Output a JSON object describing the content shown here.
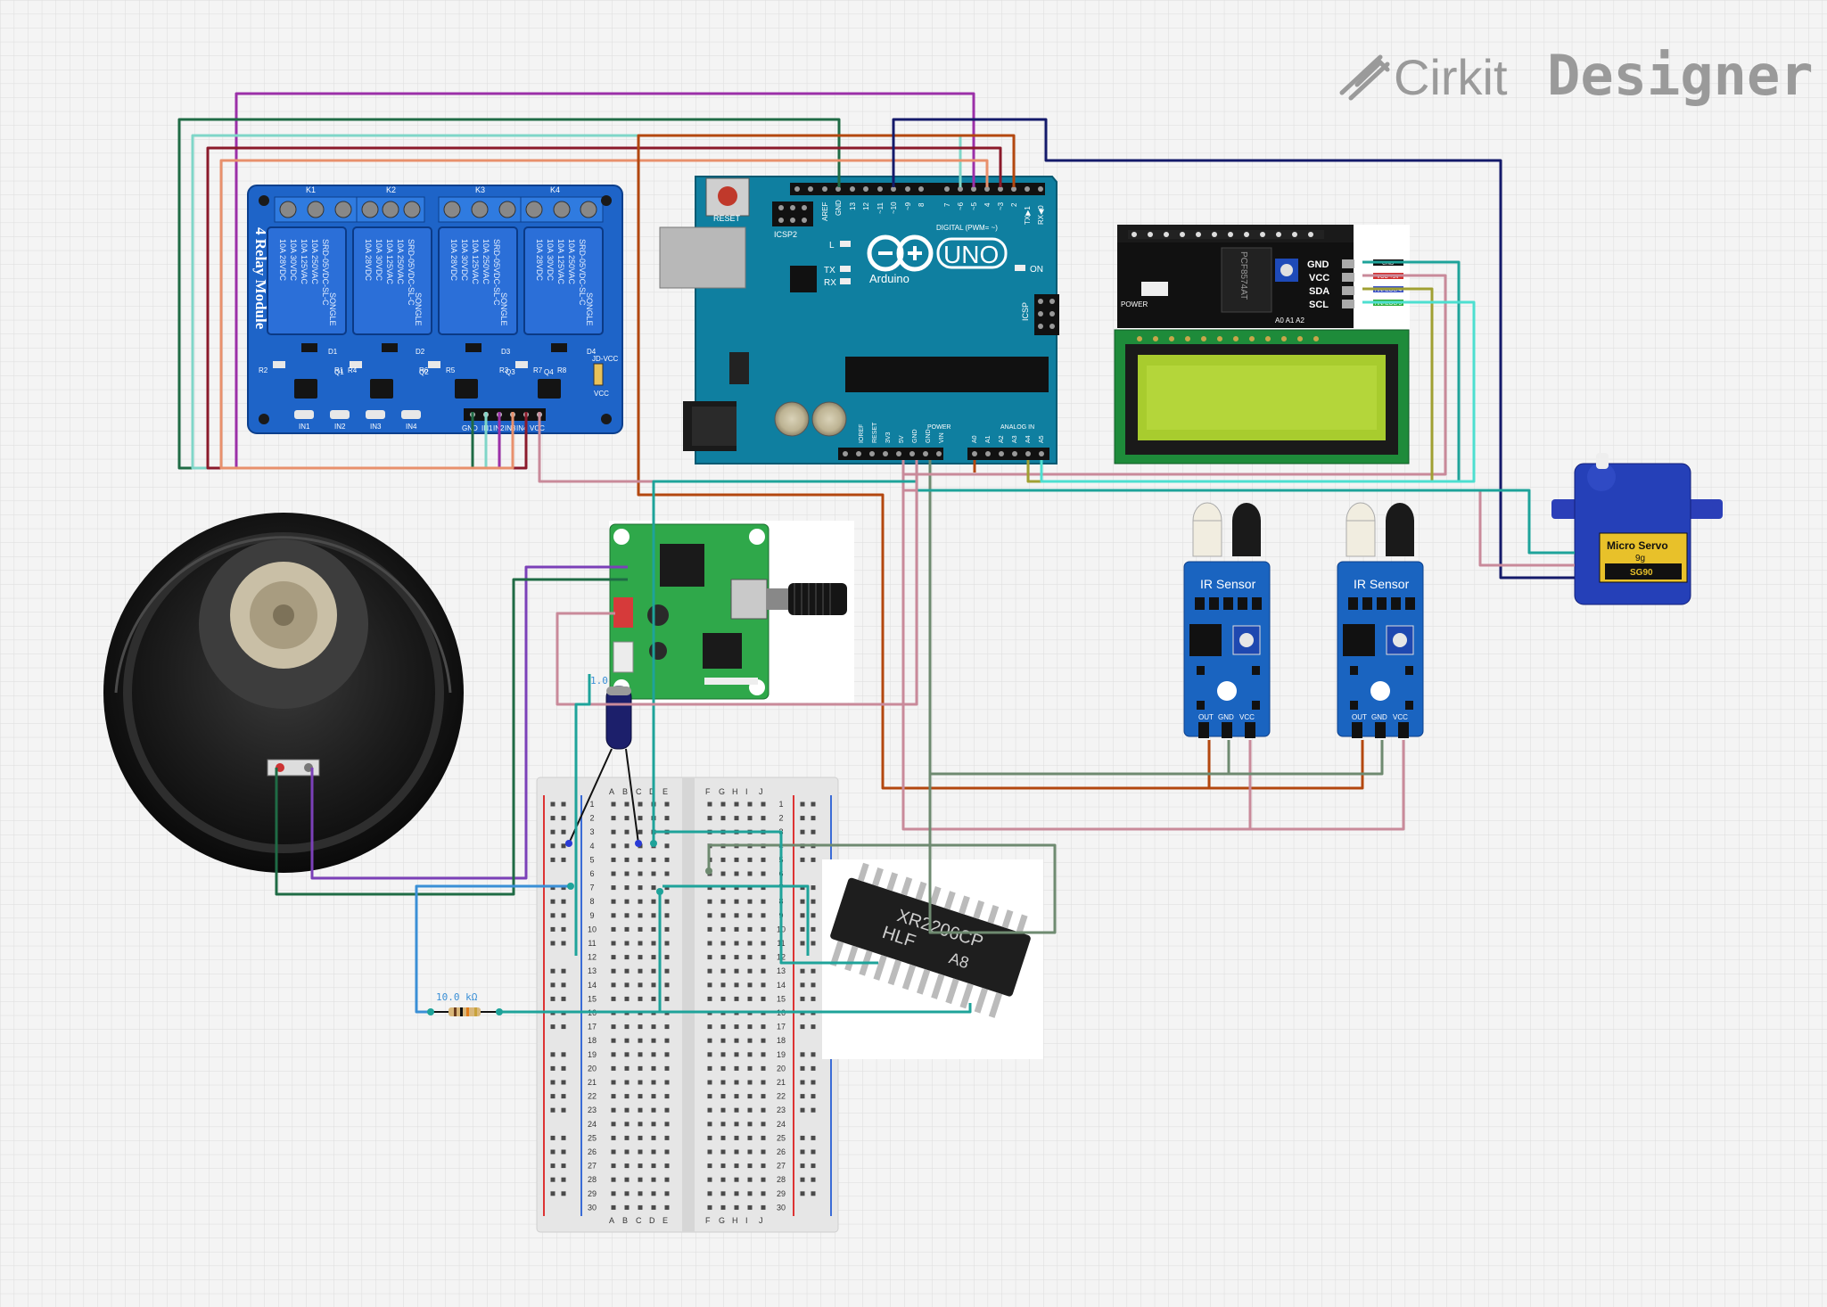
{
  "brand": {
    "name": "Cirkit",
    "suffix": "Designer"
  },
  "relay": {
    "title": "4 Relay Module",
    "relays": [
      "K1",
      "K2",
      "K3",
      "K4"
    ],
    "relay_text": [
      "SRD-05VDC-SL-C",
      "10A 250VAC",
      "10A 125VAC",
      "10A 30VDC",
      "10A 28VDC",
      "SONGLE"
    ],
    "inputs": [
      "IN1",
      "IN2",
      "IN3",
      "IN4"
    ],
    "pins": [
      "GND",
      "IN1",
      "IN2",
      "IN3",
      "IN4",
      "VCC"
    ],
    "jd_vcc": "JD-VCC",
    "vcc": "VCC",
    "diodes": [
      "D1",
      "D2",
      "D3",
      "D4"
    ],
    "transistors": [
      "Q1",
      "Q2",
      "Q3",
      "Q4"
    ],
    "resistors": [
      "R1",
      "R2",
      "R3",
      "R4",
      "R5",
      "R6",
      "R7",
      "R8"
    ]
  },
  "arduino": {
    "reset": "RESET",
    "icsp2": "ICSP2",
    "icsp": "ICSP",
    "logo": "UNO",
    "brand": "Arduino",
    "on": "ON",
    "leds": [
      "L",
      "TX",
      "RX"
    ],
    "digital_label": "DIGITAL (PWM= ~)",
    "digital_pins": [
      "AREF",
      "GND",
      "13",
      "12",
      "~11",
      "~10",
      "~9",
      "8",
      "7",
      "~6",
      "~5",
      "4",
      "~3",
      "2",
      "TX▶1",
      "RX◀0"
    ],
    "power_label": "POWER",
    "power_pins": [
      "IOREF",
      "RESET",
      "3V3",
      "5V",
      "GND",
      "GND",
      "VIN"
    ],
    "analog_label": "ANALOG IN",
    "analog_pins": [
      "A0",
      "A1",
      "A2",
      "A3",
      "A4",
      "A5"
    ]
  },
  "lcd": {
    "chip": "PCF8574AT",
    "power": "POWER",
    "address": "A0 A1 A2",
    "pins": [
      "GND",
      "VCC",
      "SDA",
      "SCL"
    ],
    "wire_tags": [
      "GND",
      "VCC +5V",
      "ANALOG 4",
      "ANALOG 5"
    ]
  },
  "servo": {
    "label": "Micro Servo",
    "weight": "9g",
    "model": "SG90"
  },
  "ir_sensors": [
    {
      "title": "IR Sensor",
      "pins": [
        "OUT",
        "GND",
        "VCC"
      ]
    },
    {
      "title": "IR Sensor",
      "pins": [
        "OUT",
        "GND",
        "VCC"
      ]
    }
  ],
  "capacitor": {
    "value": "1.0"
  },
  "resistor": {
    "value": "10.0 kΩ"
  },
  "chip": {
    "line1": "XR2206CP",
    "line2": "HLF",
    "line3": "A8"
  },
  "breadboard": {
    "cols_left": [
      "A",
      "B",
      "C",
      "D",
      "E"
    ],
    "cols_right": [
      "F",
      "G",
      "H",
      "I",
      "J"
    ],
    "rows": 30
  },
  "colors": {
    "background": "#f4f4f4",
    "grid": "#dcdcdc",
    "relay_pcb": "#1e64c8",
    "arduino_pcb": "#0f7fa0",
    "ir_pcb": "#1a64c0",
    "lcd_screen": "#a8cc2e",
    "wire_purple": "#9b30a8",
    "wire_darkgreen": "#1f6b45",
    "wire_lightteal": "#7fd6c8",
    "wire_maroon": "#8b1a2b",
    "wire_salmon": "#e8906c",
    "wire_orange": "#b3470f",
    "wire_navy": "#141a6a",
    "wire_pink": "#c98a9a",
    "wire_teal": "#1ea39a",
    "wire_grey": "#6e8a70"
  }
}
